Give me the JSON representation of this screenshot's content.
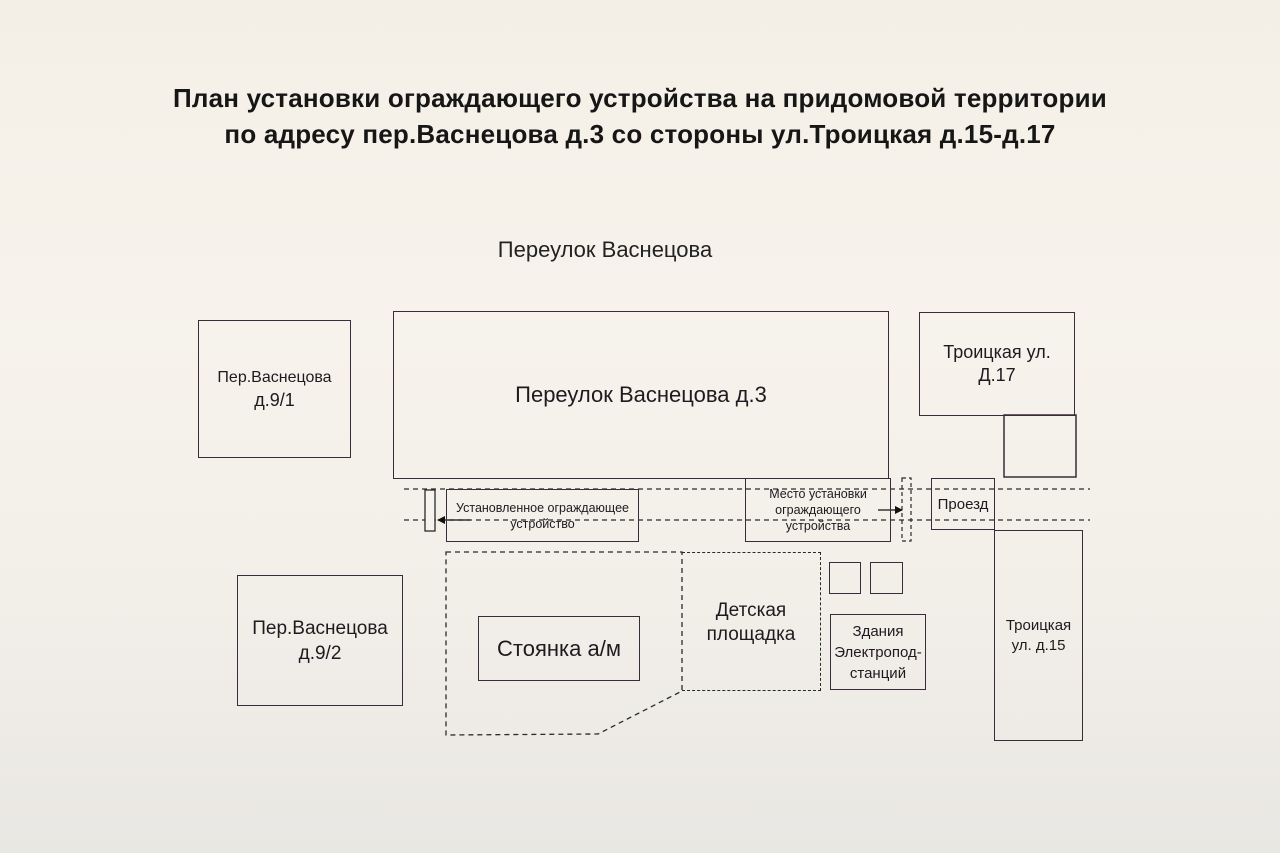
{
  "title": {
    "line1": "План установки ограждающего устройства на придомовой территории",
    "line2": "по адресу пер.Васнецова д.3 со стороны ул.Троицкая д.15-д.17"
  },
  "street_label": "Переулок  Васнецова",
  "buildings": {
    "vasn_9_1": {
      "line1": "Пер.Васнецова",
      "line2": "д.9/1"
    },
    "vasn_3": "Переулок Васнецова д.3",
    "troitskaya_17": {
      "line1": "Троицкая ул.",
      "line2": "Д.17"
    },
    "vasn_9_2": {
      "line1": "Пер.Васнецова",
      "line2": "д.9/2"
    },
    "troitskaya_15": {
      "line1": "Троицкая",
      "line2": "ул. д.15"
    }
  },
  "areas": {
    "installed_device": {
      "line1": "Установленное ограждающее",
      "line2": "устройство"
    },
    "install_place": {
      "line1": "Место установки",
      "line2": "ограждающего",
      "line3": "устройства"
    },
    "passage": "Проезд",
    "parking": "Стоянка а/м",
    "playground": {
      "line1": "Детская",
      "line2": "площадка"
    },
    "substation": {
      "line1": "Здания",
      "line2": "Электропод-",
      "line3": "станций"
    }
  },
  "colors": {
    "line": "#3a2c3a",
    "dashed": "#2a2a2a"
  }
}
